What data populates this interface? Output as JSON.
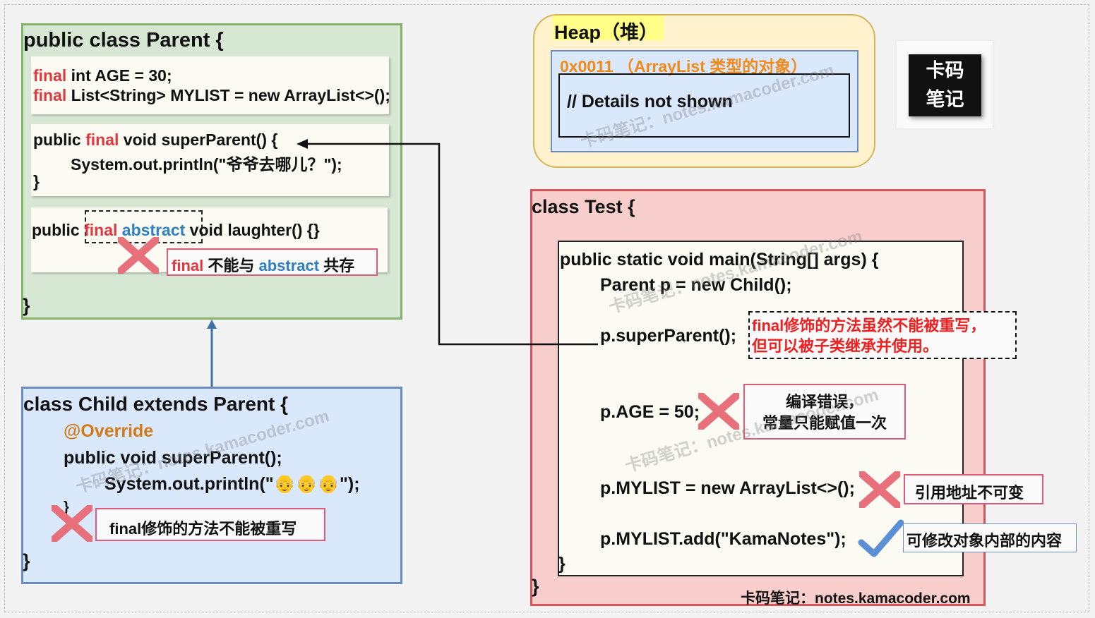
{
  "parent": {
    "title": "public class Parent {",
    "final_kw": "final",
    "age_decl": " int AGE = 30;",
    "list_decl": " List<String> MYLIST = new ArrayList<>();",
    "method_public": "public ",
    "method_rest": " void superParent() {",
    "println": "System.out.println(\"爷爷去哪儿？\");",
    "close_brace": "}",
    "laughter_public": "public",
    "abstract_kw": "abstract",
    "laughter_rest": "void laughter() {}",
    "note_mid": " 不能与 ",
    "note_end": " 共存",
    "end_brace": "}"
  },
  "child": {
    "title": "class Child extends Parent {",
    "override": "@Override",
    "method": "public void superParent();",
    "println": "System.out.println(\"👴👴👴\");",
    "stray": "}",
    "note": "final修饰的方法不能被重写",
    "end_brace": "}"
  },
  "heap": {
    "title": "Heap（堆）",
    "address": "0x0011 （ArrayList 类型的对象）",
    "details": "// Details not shown"
  },
  "logo": {
    "line1": "卡码",
    "line2": "笔记"
  },
  "test": {
    "title": "class Test {",
    "main": "public static void main(String[] args) {",
    "line1": "Parent p = new Child();",
    "line2": "p.superParent();",
    "note2_line1": "final修饰的方法虽然不能被重写，",
    "note2_line2": "但可以被子类继承并使用。",
    "line3": "p.AGE = 50;",
    "note3_line1": "编译错误，",
    "note3_line2": "常量只能赋值一次",
    "line4": "p.MYLIST = new ArrayList<>();",
    "note4": "引用地址不可变",
    "line5": "p.MYLIST.add(\"KamaNotes\");",
    "note5": "可修改对象内部的内容",
    "main_close": "}",
    "class_close": "}"
  },
  "footer": "卡码笔记：notes.kamacoder.com",
  "watermark": "卡码笔记：notes.kamacoder.com",
  "colors": {
    "parent_bg": "#d6e8d4",
    "parent_border": "#82b366",
    "child_bg": "#dae8fc",
    "child_border": "#6c8ebf",
    "heap_bg": "#fff2cc",
    "heap_border": "#d6b656",
    "test_bg": "#f8cecc",
    "test_border": "#d9535b",
    "keyword_final": "#e0383f",
    "keyword_abstract": "#2f7fc4",
    "annotation": "#d27a17"
  }
}
